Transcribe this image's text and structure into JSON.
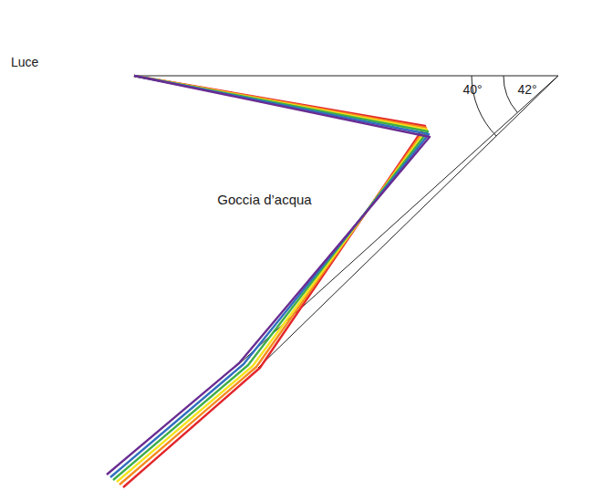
{
  "diagram": {
    "nodes": [
      {
        "text": [
          "Goccia d’acqua"
        ]
      }
    ],
    "labels": [
      "Luce",
      "40°",
      "42°"
    ]
  }
}
